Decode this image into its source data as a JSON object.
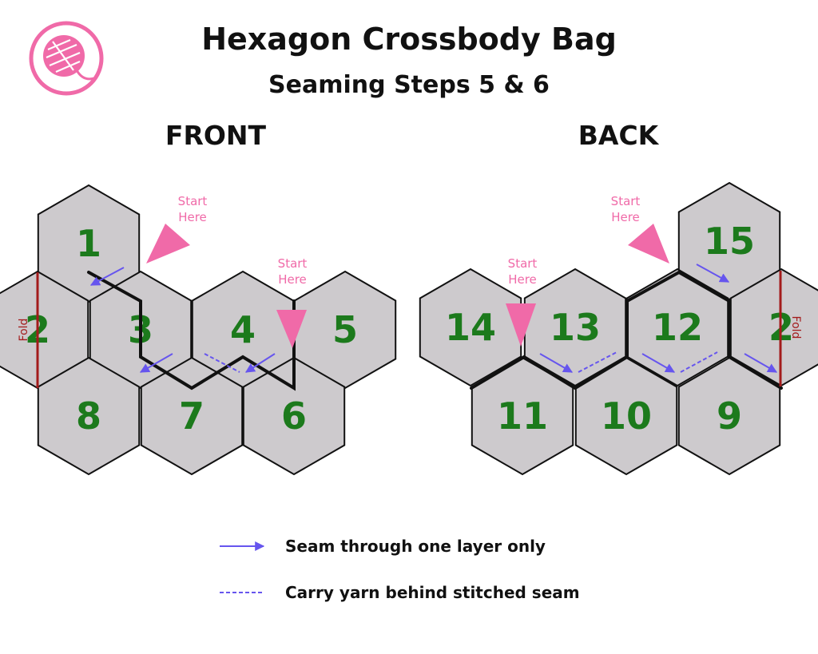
{
  "header": {
    "title": "Hexagon Crossbody Bag",
    "subtitle": "Seaming Steps 5 & 6"
  },
  "panels": {
    "front": {
      "label": "FRONT",
      "start_top": "Start",
      "start_bottom": "Here",
      "fold_label": "Fold"
    },
    "back": {
      "label": "BACK",
      "start_top": "Start",
      "start_bottom": "Here",
      "fold_label": "Fold"
    }
  },
  "hexagons": {
    "front": [
      "1",
      "2",
      "3",
      "4",
      "5",
      "8",
      "7",
      "6"
    ],
    "back": [
      "15",
      "14",
      "13",
      "12",
      "2",
      "11",
      "10",
      "9"
    ]
  },
  "legend": {
    "arrow_label": "Seam through one layer only",
    "dashed_label": "Carry yarn behind stitched seam"
  },
  "colors": {
    "hex_fill": "#cdcacd",
    "hex_stroke": "#111111",
    "number": "#1c7a1c",
    "start_marker": "#f06aa8",
    "seam_arrow": "#6655ee",
    "fold": "#a31b1b",
    "logo": "#f06aa8"
  },
  "icons": {
    "logo": "yarn-ball-icon",
    "start": "triangle-pointer-icon",
    "arrow": "seam-arrow-icon",
    "dashed": "dashed-line-icon"
  }
}
